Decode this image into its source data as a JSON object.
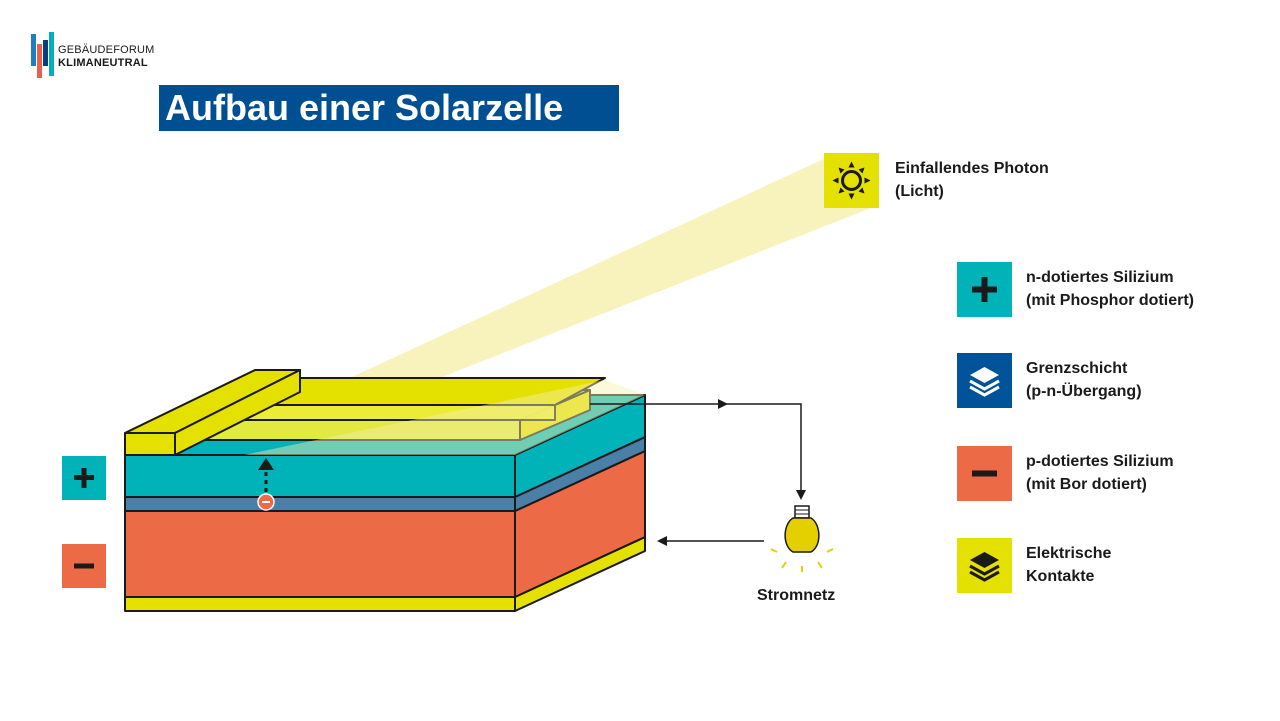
{
  "logo": {
    "line1": "GEBÄUDEFORUM",
    "line2": "KLIMANEUTRAL",
    "bar_colors": [
      "#1c7fc4",
      "#e8604a",
      "#0a3e7a",
      "#00b0b9"
    ]
  },
  "title": "Aufbau einer Solarzelle",
  "photon": {
    "line1": "Einfallendes Photon",
    "line2": "(Licht)",
    "icon": "sun-icon"
  },
  "legend": [
    {
      "line1": "n-dotiertes Silizium",
      "line2": "(mit Phosphor dotiert)",
      "icon": "plus-icon",
      "color": "#00b3b9"
    },
    {
      "line1": "Grenzschicht",
      "line2": "(p-n-Übergang)",
      "icon": "layers-icon",
      "color": "#005299"
    },
    {
      "line1": "p-dotiertes Silizium",
      "line2": "(mit Bor dotiert)",
      "icon": "minus-icon",
      "color": "#ec6a45"
    },
    {
      "line1": "Elektrische",
      "line2": "Kontakte",
      "icon": "layers-icon",
      "color": "#e4e000"
    }
  ],
  "side_labels": [
    {
      "icon": "plus-icon",
      "color": "#00b3b9"
    },
    {
      "icon": "minus-icon",
      "color": "#ec6a45"
    }
  ],
  "stromnetz": "Stromnetz",
  "colors": {
    "n_layer": "#00b3b9",
    "junction": "#4a7fa8",
    "p_layer": "#ec6a45",
    "contact": "#e4e000",
    "light_beam": "#f7f0b0",
    "bulb": "#e4d000",
    "title_bg": "#004f92"
  }
}
